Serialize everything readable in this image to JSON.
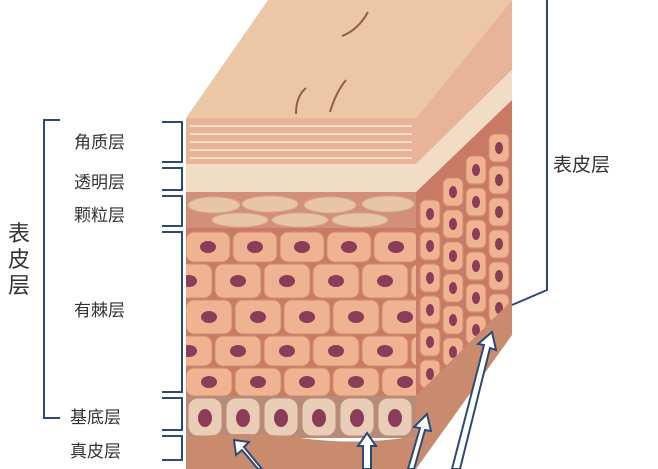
{
  "labels": {
    "stratum_corneum": "角质层",
    "stratum_lucidum": "透明层",
    "stratum_granulosum": "颗粒层",
    "stratum_spinosum": "有棘层",
    "stratum_basale": "基底层",
    "dermis": "真皮层",
    "epidermis_right": "表皮层",
    "epidermis_vertical": [
      "表",
      "皮",
      "层"
    ]
  },
  "colors": {
    "bracket": "#2c4a78",
    "top_face": "#ecc7a5",
    "corneum": "#e8b497",
    "lucidum": "#f1ddc6",
    "granulosum": "#e6c2a2",
    "cell_fill": "#f0b391",
    "cell_border": "#d08c6f",
    "nucleus": "#8a3c58",
    "matrix": "#c97a65",
    "dermis": "#c98a6d",
    "arrow": "#2c4a78"
  }
}
